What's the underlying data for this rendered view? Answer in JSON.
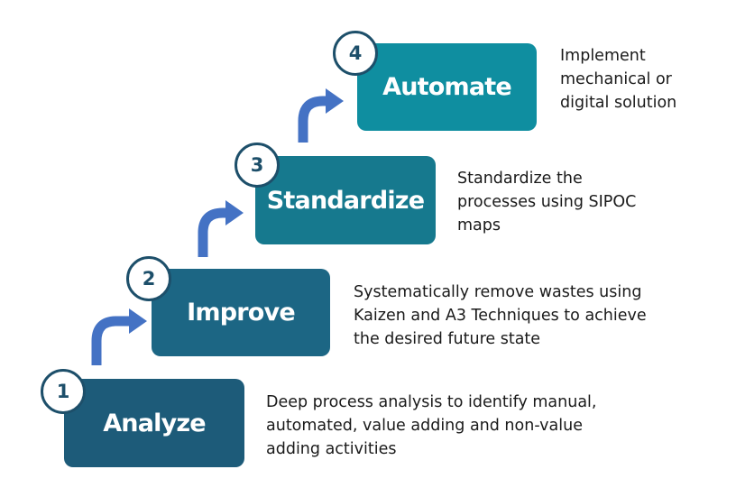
{
  "steps": [
    {
      "number": "1",
      "label": "Analyze",
      "color": "#1d5b79",
      "description": "Deep process analysis to identify manual,\nautomated, value adding and non-value\nadding activities"
    },
    {
      "number": "2",
      "label": "Improve",
      "color": "#1c6684",
      "description": "Systematically remove wastes using\nKaizen and A3 Techniques to achieve\nthe desired future state"
    },
    {
      "number": "3",
      "label": "Standardize",
      "color": "#16798e",
      "description": "Standardize the\nprocesses using SIPOC\nmaps"
    },
    {
      "number": "4",
      "label": "Automate",
      "color": "#0f8ea0",
      "description": "Implement\nmechanical or\ndigital solution"
    }
  ],
  "colors": {
    "arrow": "#4472c4",
    "circle_border": "#1d4f6a"
  }
}
